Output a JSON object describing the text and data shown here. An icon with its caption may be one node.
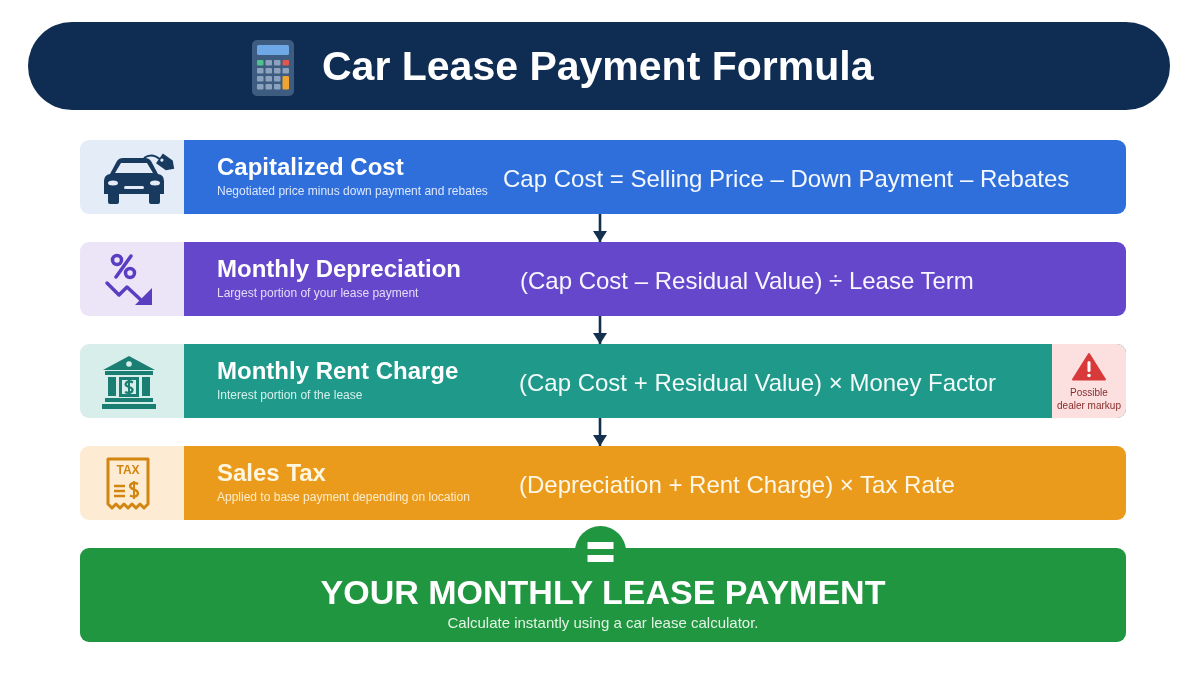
{
  "diagram": {
    "title": "Car Lease Payment Formula",
    "nodes": [
      {
        "text": [
          "Capitalized Cost",
          "Negotiated price minus down payment and rebates",
          "Cap Cost = Selling Price – Down Payment – Rebates"
        ]
      },
      {
        "text": [
          "Monthly Depreciation",
          "Largest portion of your lease payment",
          "(Cap Cost – Residual Value) ÷ Lease Term"
        ]
      },
      {
        "text": [
          "Monthly Rent Charge",
          "Interest portion of the lease",
          "(Cap Cost + Residual Value) × Money Factor"
        ]
      },
      {
        "text": [
          "Possible dealer markup"
        ],
        "in": 2
      },
      {
        "text": [
          "Sales Tax",
          "Applied to base payment depending on location",
          "(Depreciation + Rent Charge) × Tax Rate"
        ]
      },
      {
        "text": [
          "YOUR MONTHLY LEASE PAYMENT",
          "Calculate instantly using a car lease calculator."
        ]
      }
    ],
    "edges": [
      {
        "from": 0,
        "to": 1,
        "arrow": "to"
      },
      {
        "from": 1,
        "to": 2,
        "arrow": "to"
      },
      {
        "from": 2,
        "to": 4,
        "arrow": "to"
      }
    ],
    "labels": [
      "TAX"
    ]
  }
}
